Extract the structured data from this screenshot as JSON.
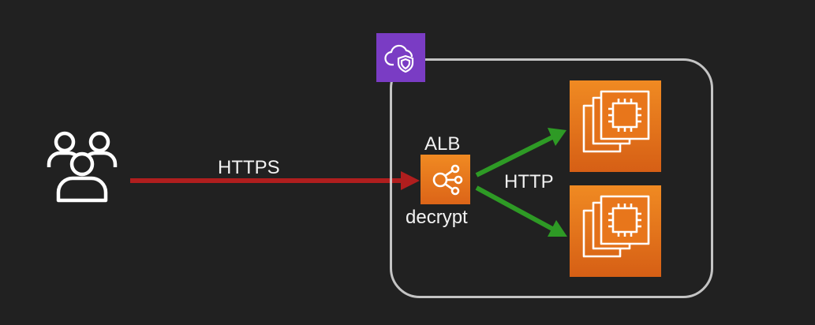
{
  "labels": {
    "https": "HTTPS",
    "alb": "ALB",
    "decrypt": "decrypt",
    "http": "HTTP"
  },
  "colors": {
    "background": "#212121",
    "https_arrow": "#b01e1e",
    "http_arrow": "#2e9a25",
    "vpc_badge": "#7a3cc4",
    "aws_orange": "#e8741c",
    "foreground": "#ffffff"
  },
  "icons": {
    "users": "users-icon",
    "vpc": "cloud-shield-icon",
    "alb": "load-balancer-icon",
    "ec2": "ec2-instance-icon"
  }
}
